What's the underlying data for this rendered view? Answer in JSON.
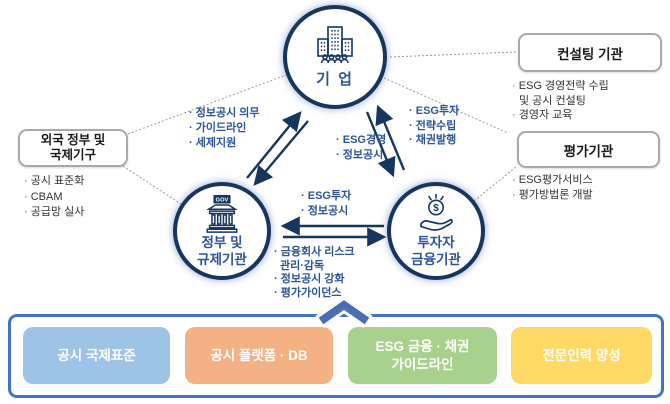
{
  "colors": {
    "node_border_navy": "#17365d",
    "label_blue": "#2f5496",
    "container_border_blue": "#4472c4",
    "connector_gray": "#9a9a9a",
    "chevron_blue": "#4a6db4"
  },
  "nodes": {
    "company": {
      "label": "기 업"
    },
    "government": {
      "label_line1": "정부 및",
      "label_line2": "규제기관",
      "icon_text": "GOV"
    },
    "investor": {
      "label_line1": "투자자",
      "label_line2": "금융기관",
      "icon_text": "$"
    }
  },
  "side_boxes": {
    "foreign": {
      "title_line1": "외국 정부 및",
      "title_line2": "국제기구",
      "bullets": [
        "공시 표준화",
        "CBAM",
        "공급망 실사"
      ]
    },
    "consulting": {
      "title": "컨설팅 기관",
      "bullets": [
        "ESG 경영전략 수립",
        "및 공시 컨설팅",
        "경영자 교육"
      ]
    },
    "rating": {
      "title": "평가기관",
      "bullets": [
        "ESG평가서비스",
        "평가방법론 개발"
      ]
    }
  },
  "edges": {
    "company_government": {
      "labels": [
        "정보공시 의무",
        "가이드라인",
        "세제지원"
      ]
    },
    "company_investor": {
      "left_labels": [
        "ESG경영",
        "정보공시"
      ],
      "right_labels": [
        "ESG투자",
        "전략수립",
        "채권발행"
      ]
    },
    "government_investor": {
      "top_labels": [
        "ESG투자",
        "정보공시"
      ],
      "bottom_labels": [
        "금융회사 리스크",
        "관리·감독",
        "정보공시 강화",
        "평가가이던스"
      ]
    }
  },
  "foundation": {
    "items": [
      {
        "label": "공시 국제표준",
        "color": "#9dc3e6"
      },
      {
        "label": "공시 플랫폼 · DB",
        "color": "#f4b183"
      },
      {
        "label": "ESG 금융 · 채권",
        "label_line2": "가이드라인",
        "color": "#a9d18e"
      },
      {
        "label": "전문인력 양성",
        "color": "#ffd966"
      }
    ]
  }
}
